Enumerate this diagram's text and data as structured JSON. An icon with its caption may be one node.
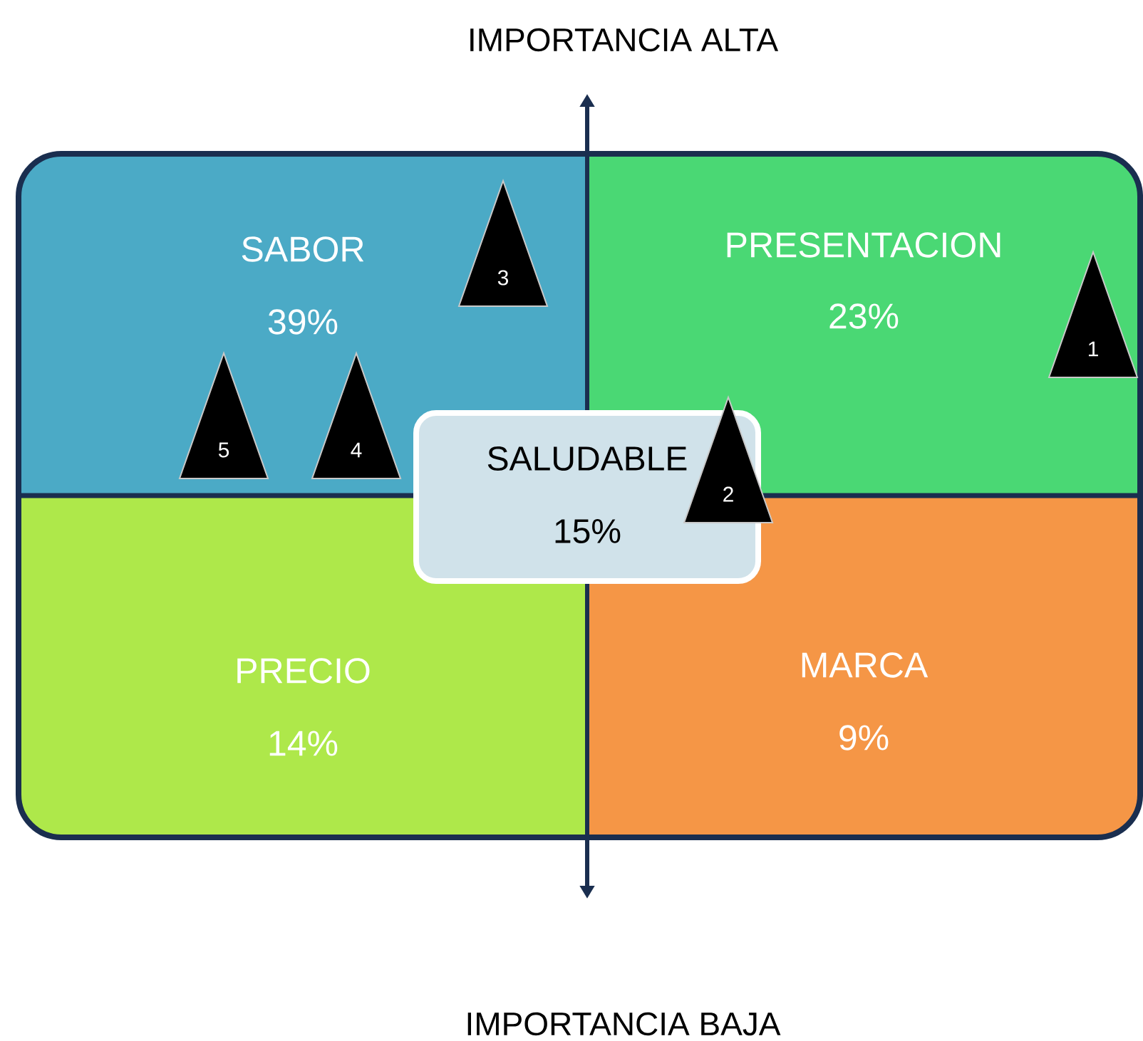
{
  "diagram": {
    "nodes": [
      {
        "text": [
          "SABOR",
          "39%"
        ]
      },
      {
        "text": [
          "3"
        ],
        "in": 0
      },
      {
        "text": [
          "PRESENTACION",
          "23%"
        ]
      },
      {
        "text": [
          "1"
        ],
        "in": 2
      },
      {
        "text": [
          "5"
        ],
        "in": 0
      },
      {
        "text": [
          "4"
        ],
        "in": 0
      },
      {
        "text": [
          "SALUDABLE",
          "15%"
        ]
      },
      {
        "text": [
          "2"
        ]
      },
      {
        "text": [
          "PRECIO",
          "14%"
        ]
      },
      {
        "text": [
          "MARCA",
          "9%"
        ]
      }
    ],
    "labels": [
      "IMPORTANCIA ALTA",
      "IMPORTANCIA BAJA"
    ]
  }
}
